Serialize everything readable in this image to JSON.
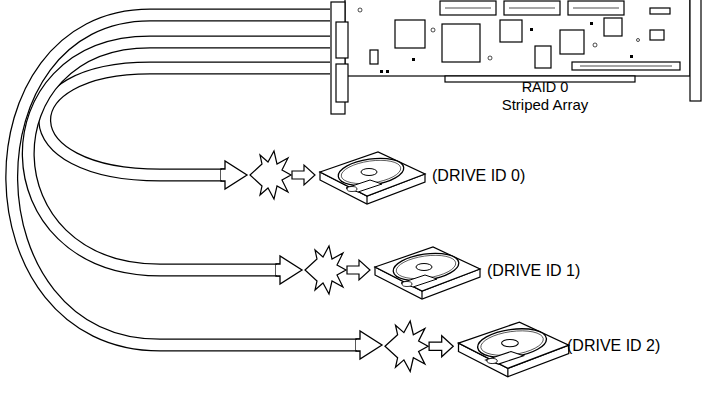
{
  "diagram": {
    "nodes": [
      {
        "text": [
          "RAID 0",
          "Striped Array"
        ]
      },
      {
        "text": [
          "(DRIVE ID 0)"
        ]
      },
      {
        "text": [
          "(DRIVE ID 1)"
        ]
      },
      {
        "text": [
          "(DRIVE ID 2)"
        ]
      }
    ],
    "edges": [
      {
        "from": 0,
        "to": 1,
        "arrow": "to"
      },
      {
        "from": 0,
        "to": 2,
        "arrow": "to"
      },
      {
        "from": 0,
        "to": 3,
        "arrow": "to"
      }
    ]
  }
}
